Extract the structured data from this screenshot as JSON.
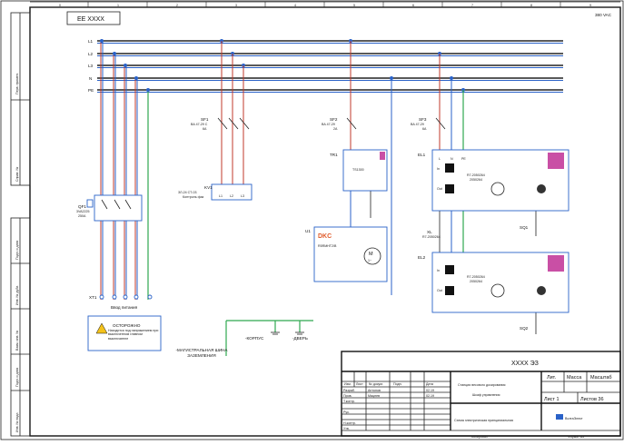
{
  "drawing": {
    "code_box": "ЕЕ XXXX",
    "voltage": "380 VAC",
    "column_numbers": [
      "0",
      "1",
      "2",
      "3",
      "4",
      "5",
      "6",
      "7",
      "8",
      "9"
    ]
  },
  "bus_labels": [
    "L1",
    "L2",
    "L3",
    "N",
    "PE"
  ],
  "side_stamp": {
    "top": [
      "Перв. примен.",
      "Справ. №"
    ],
    "bottom": [
      "Подп. и дата",
      "Инв. № дубл.",
      "Взам. инв. №",
      "Подп. и дата",
      "Инв. № подл."
    ]
  },
  "components": {
    "qf1": {
      "ref": "QF1",
      "model": "3VA2225",
      "rating": "250A"
    },
    "sf1": {
      "ref": "SF1",
      "model": "BA 47-29 C",
      "rating": "6A"
    },
    "kv1": {
      "ref": "KV1",
      "model": "ЗЛ-24 СТ-03",
      "desc": "Контроль фаз",
      "ind": "L1",
      "t1": "L2",
      "t2": "L3"
    },
    "sf2": {
      "ref": "SF2",
      "model": "BA 47-29",
      "rating": "2A"
    },
    "tr1": {
      "ref": "TR1",
      "model": "TS1300"
    },
    "u1": {
      "ref": "U1",
      "brand": "DKC",
      "model": "R5RMHT2/B"
    },
    "sf3": {
      "ref": "SF3",
      "model": "BA 47-29",
      "rating": "6A"
    },
    "el1": {
      "ref": "EL1",
      "model": "R7-2050264",
      "code": "2050264"
    },
    "el2": {
      "ref": "EL2",
      "model": "R7-2050264",
      "code": "2050264"
    },
    "xl": {
      "ref": "XL",
      "model": "R7-2050264"
    },
    "sq1": {
      "ref": "SQ1"
    },
    "sq2": {
      "ref": "SQ2"
    },
    "xt1": {
      "ref": "XT1",
      "caption": "Ввод питания"
    }
  },
  "terminal_labels": [
    "L",
    "N",
    "PE"
  ],
  "in_out": [
    "In",
    "Out"
  ],
  "warning": {
    "title": "ОСТОРОЖНО",
    "text": "Находится под напряжением при выключенном главном выключателе"
  },
  "ground": {
    "main": "-МАГИСТРАЛЬНАЯ ШИНА ЗАЗЕМЛЕНИЯ",
    "corpus": "-КОРПУС",
    "door": "-ДВЕРЬ"
  },
  "title_block": {
    "number": "XXXX ЭЗ",
    "org_line1": "Станция весового дозирования",
    "org_line2": "Шкаф управления",
    "doc_title": "Схема электрическая принципиальная",
    "header_cols": [
      "Изм.",
      "Лист",
      "№ докум.",
      "Подп.",
      "Дата"
    ],
    "roles": [
      "Разраб.",
      "Пров.",
      "Т.контр.",
      "Рук.",
      "Н.контр.",
      "Утв."
    ],
    "names": [
      "Антонов",
      "Мацнев"
    ],
    "dates": [
      "02.19",
      "02.19"
    ],
    "lit_label": "Лит.",
    "mass_label": "Масса",
    "scale_label": "Масштаб",
    "sheet_label": "Лист 1",
    "sheets_label": "Листов 36",
    "copied": "Копировал",
    "format": "Формат  А3",
    "company": "ВолгаЭлект"
  }
}
